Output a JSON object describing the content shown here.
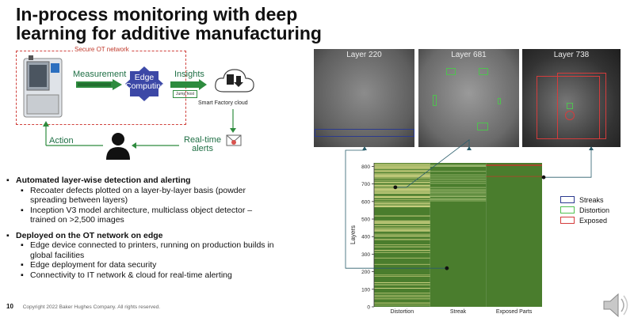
{
  "title": "In-process monitoring with deep learning for additive manufacturing",
  "diagram": {
    "secure_label": "Secure OT network",
    "measurement_label": "Measurement",
    "edge_label_1": "Edge",
    "edge_label_2": "Computing",
    "insights_label": "Insights",
    "jump_host_label": "Jump host",
    "cloud_label": "Smart Factory cloud",
    "action_label": "Action",
    "realtime_label_1": "Real-time",
    "realtime_label_2": "alerts"
  },
  "bullets": [
    {
      "text": "Automated layer-wise detection and alerting",
      "sub": [
        "Recoater defects plotted on a layer-by-layer basis (powder spreading between layers)",
        "Inception V3 model architecture, multiclass object detector – trained on >2,500 images"
      ]
    },
    {
      "text": "Deployed on the OT network on edge",
      "sub": [
        "Edge device connected to printers, running on production builds in global facilities",
        "Edge deployment for data security",
        "Connectivity to IT network & cloud for real-time alerting"
      ]
    }
  ],
  "footer": {
    "page_number": "10",
    "copyright": "Copyright 2022 Baker Hughes Company. All rights reserved."
  },
  "panels": [
    {
      "title": "Layer 220"
    },
    {
      "title": "Layer 681"
    },
    {
      "title": "Layer 738"
    }
  ],
  "legend": {
    "items": [
      {
        "label": "Streaks",
        "color": "#2b3a8f"
      },
      {
        "label": "Distortion",
        "color": "#4fc14f"
      },
      {
        "label": "Exposed",
        "color": "#d43c3c"
      }
    ]
  },
  "chart_data": {
    "type": "heatmap",
    "xlabel": "",
    "ylabel": "Layers",
    "categories": [
      "Distortion",
      "Streak",
      "Exposed Parts"
    ],
    "yticks": [
      0,
      100,
      200,
      300,
      400,
      500,
      600,
      700,
      800
    ],
    "ylim": [
      0,
      820
    ],
    "marked_layers": [
      220,
      681,
      738
    ],
    "colors": {
      "base": "#4a7d2d",
      "detected": "#d9d98a"
    }
  }
}
